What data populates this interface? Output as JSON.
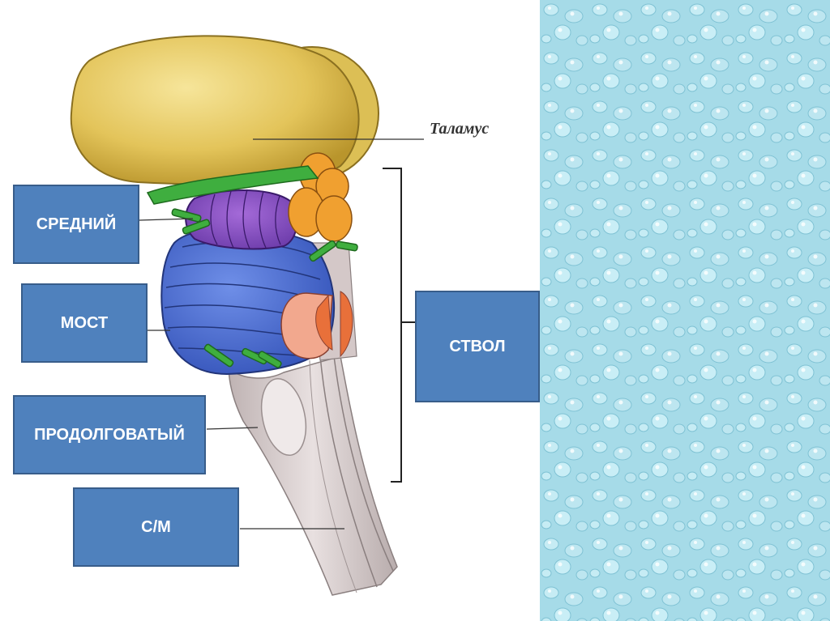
{
  "labels": {
    "thalamus": "Таламус",
    "midbrain": "СРЕДНИЙ",
    "pons": "МОСТ",
    "medulla": "ПРОДОЛГОВАТЫЙ",
    "spinal_cord": "С/М",
    "brainstem": "СТВОЛ"
  },
  "colors": {
    "box_fill": "#4f81bd",
    "box_border": "#385d8a",
    "thalamus": "#e8c85a",
    "midbrain": "#8a4fc4",
    "pons": "#4a6fd4",
    "nerves": "#3fae3f",
    "pineal": "#f0a030",
    "stem": "#d8cfcf",
    "water": "#9fd6e4"
  }
}
